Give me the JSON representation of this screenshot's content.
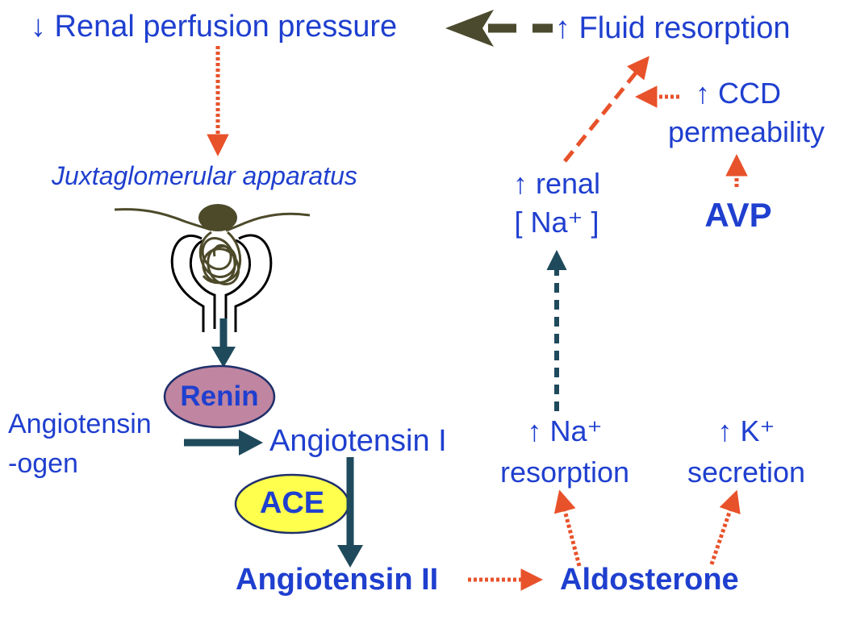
{
  "colors": {
    "text_blue": "#1f3fcf",
    "dotted_red": "#e8522b",
    "olive_arrow": "#4b4a2e",
    "teal_arrow": "#1f4a5c",
    "renin_fill": "#c085a0",
    "ace_fill": "#ffff4d",
    "glomerulus_line": "#4d4a2a"
  },
  "labels": {
    "renal_perfusion": "↓ Renal perfusion pressure",
    "fluid_resorption": "↑ Fluid resorption",
    "ccd_line1": "↑ CCD",
    "ccd_line2": "permeability",
    "avp": "AVP",
    "renal_na_line1": "↑ renal",
    "renal_na_line2": "[ Na⁺ ]",
    "jga": "Juxtaglomerular apparatus",
    "renin": "Renin",
    "angiotensinogen_line1": "Angiotensin",
    "angiotensinogen_line2": "-ogen",
    "angiotensin_i": "Angiotensin I",
    "ace": "ACE",
    "angiotensin_ii": "Angiotensin II",
    "aldosterone": "Aldosterone",
    "na_resorption_line1": "↑ Na⁺",
    "na_resorption_line2": "resorption",
    "k_secretion_line1": "↑ K⁺",
    "k_secretion_line2": "secretion"
  }
}
